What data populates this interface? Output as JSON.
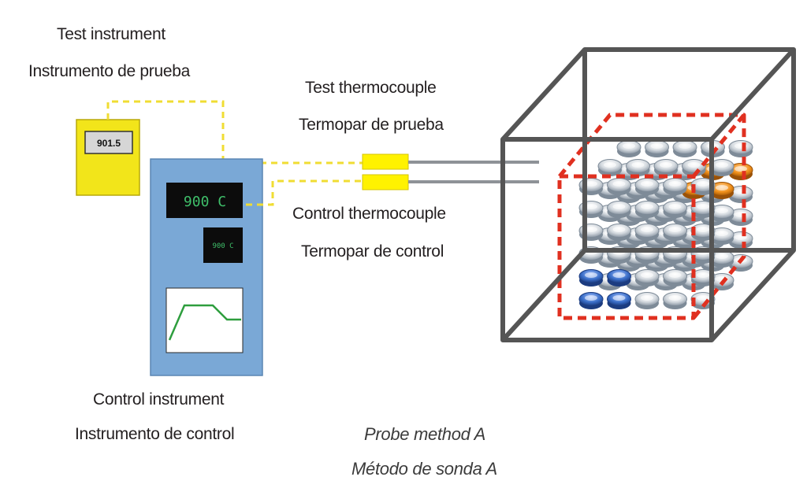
{
  "labels": {
    "test_instrument_en": "Test instrument",
    "test_instrument_es": "Instrumento de prueba",
    "test_thermocouple_en": "Test thermocouple",
    "test_thermocouple_es": "Termopar de prueba",
    "control_thermocouple_en": "Control thermocouple",
    "control_thermocouple_es": "Termopar de control",
    "control_instrument_en": "Control instrument",
    "control_instrument_es": "Instrumento de control",
    "method_en": "Probe method A",
    "method_es": "Método de sonda A"
  },
  "readouts": {
    "test_instrument": "901.5",
    "control_main": "900 C",
    "control_secondary": "900 C"
  },
  "colors": {
    "test_instrument_body": "#f2e51a",
    "control_instrument_body": "#7aa8d6",
    "display_text": "#3fbf6a",
    "wire": "#f0dd33",
    "probe_block": "#fff200",
    "furnace_frame": "#555555",
    "load_outline": "#e03020",
    "parts_grey": "#c8d0d8",
    "parts_orange": "#f0901a",
    "parts_blue": "#3a6ec8",
    "trace": "#2e9e3e"
  },
  "icons": [
    "test-instrument-icon",
    "control-instrument-icon",
    "thermocouple-probe-icon",
    "furnace-load-icon",
    "temperature-profile-icon"
  ]
}
